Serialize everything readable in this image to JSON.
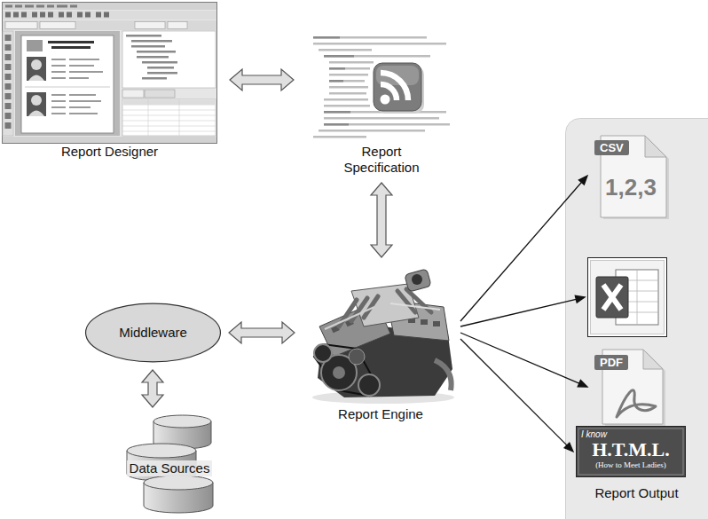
{
  "diagram": {
    "nodes": [
      {
        "text": [
          "Report Designer"
        ]
      },
      {
        "text": [
          "Report Specification"
        ]
      },
      {
        "text": [
          "Report Output"
        ]
      },
      {
        "text": [
          "CSV",
          "1,2,3"
        ],
        "in": 2
      },
      {
        "text": [],
        "in": 2
      },
      {
        "text": [
          "PDF"
        ],
        "in": 2
      },
      {
        "text": [
          "I know",
          "H.T.M.L.",
          "(How to Meet Ladies)"
        ],
        "in": 2
      },
      {
        "text": [
          "Middleware"
        ]
      },
      {
        "text": [
          "Report Engine"
        ]
      },
      {
        "text": [
          "Data Sources"
        ]
      }
    ],
    "edges": [
      {
        "from": 0,
        "to": 1,
        "arrow": "both"
      },
      {
        "from": 1,
        "to": 8,
        "arrow": "both"
      },
      {
        "from": 7,
        "to": 8,
        "arrow": "both"
      },
      {
        "from": 7,
        "to": 9,
        "arrow": "both"
      },
      {
        "from": 8,
        "to": 3,
        "arrow": "to"
      },
      {
        "from": 8,
        "to": 4,
        "arrow": "to"
      },
      {
        "from": 8,
        "to": 5,
        "arrow": "to"
      },
      {
        "from": 8,
        "to": 6,
        "arrow": "to"
      }
    ]
  }
}
